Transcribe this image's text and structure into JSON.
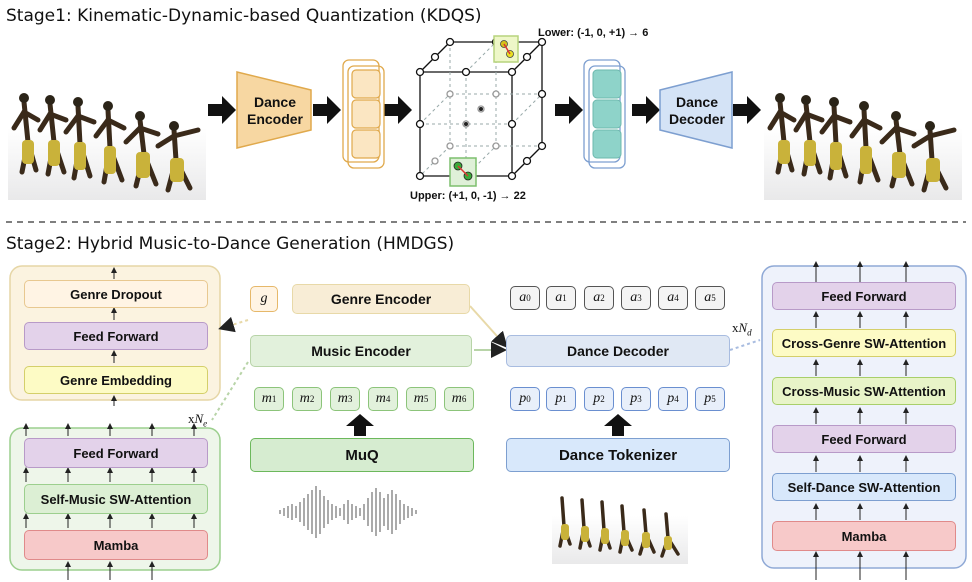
{
  "stage1": {
    "title": "Stage1: Kinematic-Dynamic-based Quantization (KDQS)",
    "dance_encoder": "Dance Encoder",
    "dance_decoder": "Dance Decoder",
    "lower_label": "Lower: (-1, 0, +1) → 6",
    "upper_label": "Upper: (+1, 0, -1) → 22"
  },
  "stage2": {
    "title": "Stage2: Hybrid Music-to-Dance Generation (HMDGS)",
    "genre_token": "g",
    "genre_encoder": "Genre Encoder",
    "music_encoder": "Music Encoder",
    "dance_decoder": "Dance Decoder",
    "muq": "MuQ",
    "dance_tokenizer": "Dance Tokenizer",
    "a_tokens": [
      "0",
      "1",
      "2",
      "3",
      "4",
      "5"
    ],
    "m_tokens": [
      "1",
      "2",
      "3",
      "4",
      "5",
      "6"
    ],
    "p_tokens": [
      "0",
      "1",
      "2",
      "3",
      "4",
      "5"
    ],
    "genre_panel": [
      "Genre Dropout",
      "Feed Forward",
      "Genre Embedding"
    ],
    "music_panel": [
      "Feed Forward",
      "Self-Music SW-Attention",
      "Mamba"
    ],
    "decoder_panel": [
      "Feed Forward",
      "Cross-Genre SW-Attention",
      "Cross-Music SW-Attention",
      "Feed Forward",
      "Self-Dance SW-Attention",
      "Mamba"
    ],
    "ne_label": "x",
    "ne_sub": "e",
    "nd_label": "x",
    "nd_sub": "d"
  },
  "colors": {
    "orange": "#f6ce8b",
    "orange_border": "#e0a94c",
    "blue": "#a8c4ea",
    "teal": "#8ed3c9",
    "purple": "#e3d2ea",
    "yellow": "#fdfbc5",
    "green": "#d6ecd0",
    "red": "#f7c9c9",
    "light_blue": "#d8e8fb"
  }
}
